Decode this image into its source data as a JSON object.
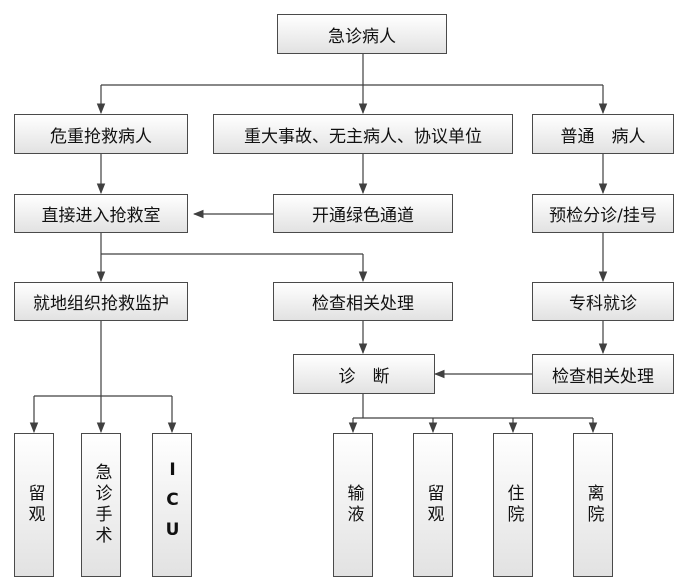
{
  "root": "急诊病人",
  "critical": "危重抢救病人",
  "major": "重大事故、无主病人、协议单位",
  "ordinary": "普通　病人",
  "rescue_room": "直接进入抢救室",
  "green_channel": "开通绿色通道",
  "triage": "预检分诊/挂号",
  "monitor": "就地组织抢救监护",
  "exam_left": "检查相关处理",
  "specialist": "专科就诊",
  "diagnosis": "诊　断",
  "exam_right": "检查相关处理",
  "observe_left": "留观",
  "surgery": "急诊手术",
  "icu": "ICU",
  "infusion": "输液",
  "observe_right": "留观",
  "admit": "住院",
  "discharge": "离院"
}
